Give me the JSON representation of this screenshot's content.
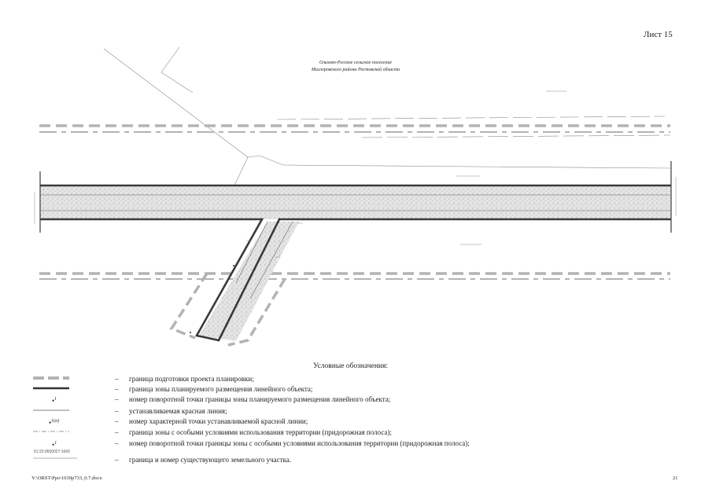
{
  "sheet_label": "Лист 15",
  "settlement_label": {
    "line1": "Ольховo-Рогское сельское поселение",
    "line2": "Миллеровского района Ростовской области"
  },
  "legend": {
    "title": "Условные обозначения:",
    "items": [
      {
        "symbol": "planning-boundary",
        "dash": "–",
        "text": "граница подготовки проекта планировки;"
      },
      {
        "symbol": "linear-object-zone",
        "dash": "–",
        "text": "граница зоны планируемого размещения линейного объекта;"
      },
      {
        "symbol": "turn-point",
        "sup": "1",
        "dash": "–",
        "text": "номер поворотной точки границы зоны планируемого размещения линейного объекта;"
      },
      {
        "symbol": "red-line",
        "dash": "–",
        "text": "устанавливаемая красная линия;"
      },
      {
        "symbol": "red-line-point",
        "sup": "1(п)",
        "dash": "–",
        "text": "номер характерной точки устанавливаемой красной линии;"
      },
      {
        "symbol": "roadside-zone",
        "dash": "–",
        "text": "граница зоны с особыми условиями использования территории (придорожная полоса);"
      },
      {
        "symbol": "roadside-point",
        "sup": "1",
        "dash": "–",
        "text": "номер поворотной точки границы зоны с особыми условиями использования территории (придорожная полоса);"
      },
      {
        "symbol": "land-plot",
        "plot_number": "61:22:0600027:1660",
        "dash": "–",
        "text": "граница и номер существующего земельного участка."
      }
    ]
  },
  "footer": {
    "file_path": "Y:\\ORST\\Рро\\1030р733_0.7.docx",
    "page_number": "21"
  },
  "colors": {
    "planning_boundary": "#b5b5b5",
    "zone_line": "#333333",
    "road_fill": "#e2e2e2",
    "thin_line": "#777777"
  }
}
